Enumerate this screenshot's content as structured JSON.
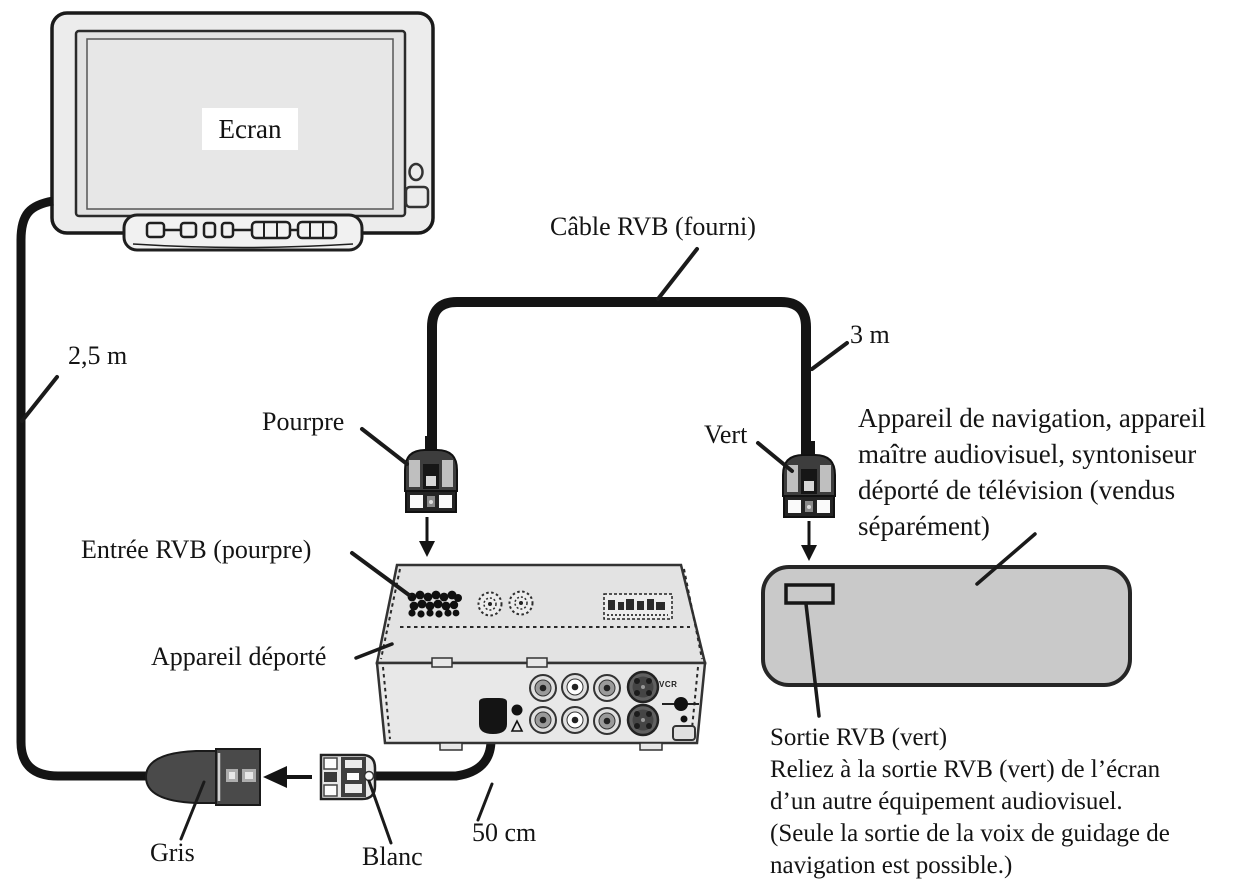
{
  "diagram": {
    "screen_label": "Ecran",
    "cable_rvb_label": "Câble RVB (fourni)",
    "length_monitor_cable": "2,5 m",
    "length_rvb_cable": "3 m",
    "length_device_cable": "50 cm",
    "connector_purple_label": "Pourpre",
    "connector_green_label": "Vert",
    "connector_gray_label": "Gris",
    "connector_white_label": "Blanc",
    "rvb_input_label": "Entrée RVB (pourpre)",
    "remote_unit_label": "Appareil déporté",
    "vcr_label": "VCR",
    "nav_device_lines": [
      "Appareil de navigation, appareil",
      "maître audiovisuel, syntoniseur",
      "déporté de télévision (vendus",
      "séparément)"
    ],
    "rvb_output_lines": [
      "Sortie RVB (vert)",
      "Reliez à la sortie RVB (vert) de l’écran",
      "d’un autre équipement audiovisuel.",
      "(Seule la sortie de la voix de guidage de",
      "navigation est possible.)"
    ],
    "colors": {
      "background": "#ffffff",
      "line": "#1a1a1a",
      "monitor_fill": "#ececec",
      "device_fill": "#e3e3e3",
      "nav_box_fill": "#c9c9c9",
      "connector_dark": "#3d3d3d"
    }
  }
}
